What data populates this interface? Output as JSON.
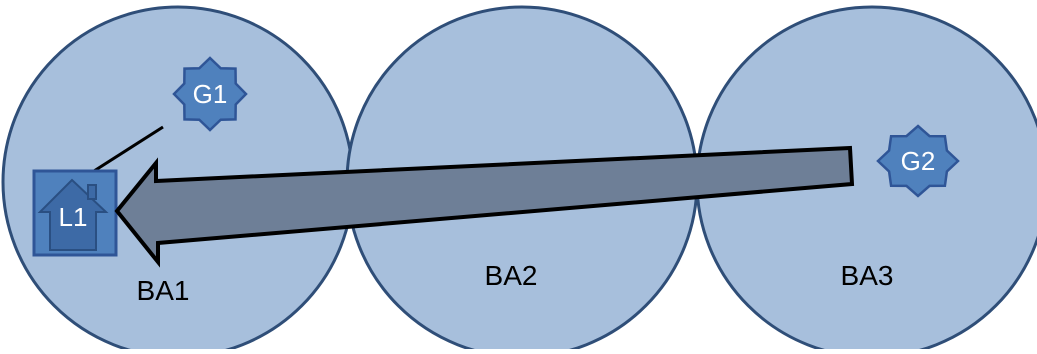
{
  "diagram": {
    "areas": [
      {
        "id": "ba1",
        "label": "BA1"
      },
      {
        "id": "ba2",
        "label": "BA2"
      },
      {
        "id": "ba3",
        "label": "BA3"
      }
    ],
    "generators": [
      {
        "id": "g1",
        "label": "G1"
      },
      {
        "id": "g2",
        "label": "G2"
      }
    ],
    "load": {
      "id": "l1",
      "label": "L1",
      "icon": "house-icon"
    },
    "colors": {
      "area_fill": "#a7bfdc",
      "area_stroke": "#2f4e78",
      "node_fill": "#4f81bd",
      "node_stroke": "#2f5597",
      "arrow_fill": "#6e7f97",
      "arrow_stroke": "#000000",
      "connector": "#000000",
      "text_dark": "#000000",
      "text_light": "#ffffff"
    }
  }
}
